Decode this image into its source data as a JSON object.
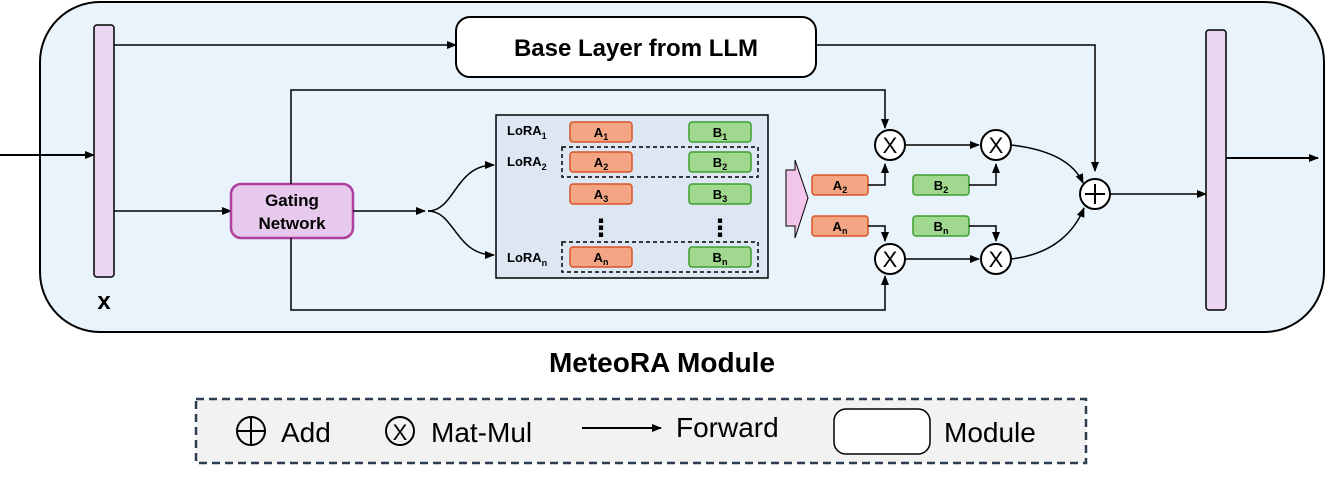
{
  "diagram": {
    "title": "MeteoRA Module",
    "input_label": "x",
    "base_layer_label": "Base Layer from LLM",
    "gating": {
      "line1": "Gating",
      "line2": "Network"
    },
    "lora_rows": [
      {
        "name": "LoRA",
        "sub": "1",
        "a": "A",
        "a_sub": "1",
        "b": "B",
        "b_sub": "1"
      },
      {
        "name": "LoRA",
        "sub": "2",
        "a": "A",
        "a_sub": "2",
        "b": "B",
        "b_sub": "2"
      },
      {
        "name": "",
        "sub": "",
        "a": "A",
        "a_sub": "3",
        "b": "B",
        "b_sub": "3"
      },
      {
        "name": "LoRA",
        "sub": "n",
        "a": "A",
        "a_sub": "n",
        "b": "B",
        "b_sub": "n"
      }
    ],
    "ellipsis": "⋮",
    "selected": [
      {
        "a": "A",
        "a_sub": "2",
        "b": "B",
        "b_sub": "2"
      },
      {
        "a": "A",
        "a_sub": "n",
        "b": "B",
        "b_sub": "n"
      }
    ],
    "op_symbols": {
      "matmul": "X",
      "add": "+"
    }
  },
  "legend": {
    "add": "Add",
    "matmul": "Mat-Mul",
    "forward": "Forward",
    "module": "Module"
  },
  "colors": {
    "panel_fill": "#e8f3fb",
    "lora_box_fill": "#dce7f3",
    "pink_bar": "#ead6f0",
    "gating_fill": "#e6c9ec",
    "gating_stroke": "#b0409d",
    "a_fill": "#f4a583",
    "a_stroke": "#d9542a",
    "b_fill": "#9fd88e",
    "b_stroke": "#3f9e2f",
    "legend_fill": "#f2f2f2",
    "legend_stroke": "#2d3e50"
  }
}
